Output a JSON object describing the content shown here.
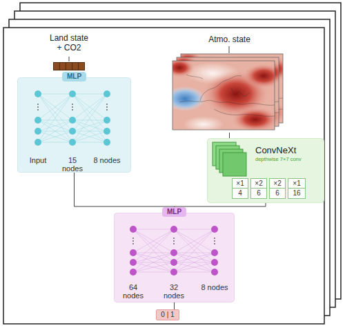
{
  "diagram": {
    "nodes": [
      {
        "text": [
          "Land state + CO2"
        ]
      },
      {
        "text": [
          "MLP"
        ]
      },
      {
        "text": [
          "Atmo. state"
        ]
      },
      {
        "text": [
          "ConvNeXt",
          "depthwise 7×7 conv"
        ]
      },
      {
        "text": [
          "×1",
          "4"
        ],
        "in": 3
      },
      {
        "text": [
          "×2",
          "6"
        ],
        "in": 3
      },
      {
        "text": [
          "×2",
          "6"
        ],
        "in": 3
      },
      {
        "text": [
          "×1",
          "16"
        ],
        "in": 3
      },
      {
        "text": [
          "MLP"
        ]
      },
      {
        "text": [
          "0 | 1"
        ]
      }
    ],
    "edges": [
      {
        "from": 0,
        "to": 1,
        "arrow": "none"
      },
      {
        "from": 2,
        "to": 3,
        "arrow": "none"
      },
      {
        "from": 1,
        "to": 8,
        "arrow": "to"
      },
      {
        "from": 3,
        "to": 8,
        "arrow": "to"
      },
      {
        "from": 8,
        "to": 9,
        "arrow": "none"
      }
    ],
    "labels": [
      "Input",
      "15 nodes",
      "8 nodes",
      "64 nodes",
      "32 nodes",
      "8 nodes"
    ]
  }
}
